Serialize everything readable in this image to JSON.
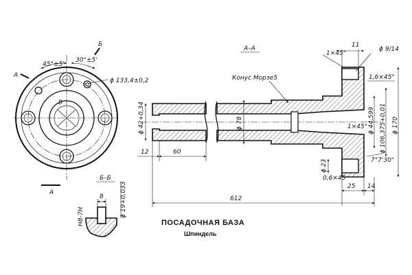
{
  "title": "ПОСАДОЧНАЯ БАЗА",
  "subtitle": "Шпиндель",
  "section_aa": "А–А",
  "section_bb": "Б–Б",
  "cut_a": "А",
  "cut_b": "Б",
  "hole_label_v": "В",
  "morse": "Конус Морзе5",
  "dims": {
    "angle_pitch": "45°±5'",
    "angle_key": "30°±5'",
    "bolt_circle": "ϕ 133,4±0,2",
    "chamfer_top": "1×45°",
    "len_11": "11",
    "d_9_14": "ϕ 9/14",
    "chamfer_right": "1,6×45°",
    "d_42": "ϕ 42+0,34",
    "d_78": "ϕ 78",
    "chamfer_mid": "1×45°",
    "d_44": "ϕ 44,599",
    "d_106": "ϕ 106,375+0,01",
    "d_170": "ϕ 170",
    "d_23": "ϕ 23",
    "chamfer_small": "0,6×45",
    "angle_7": "7°7'30\"",
    "len_12": "12",
    "len_60": "60",
    "len_25": "25",
    "len_14": "14",
    "len_612": "612",
    "width_8": "8",
    "fit_h8": "H8-7H",
    "d_19": "ϕ 19+0,033"
  }
}
